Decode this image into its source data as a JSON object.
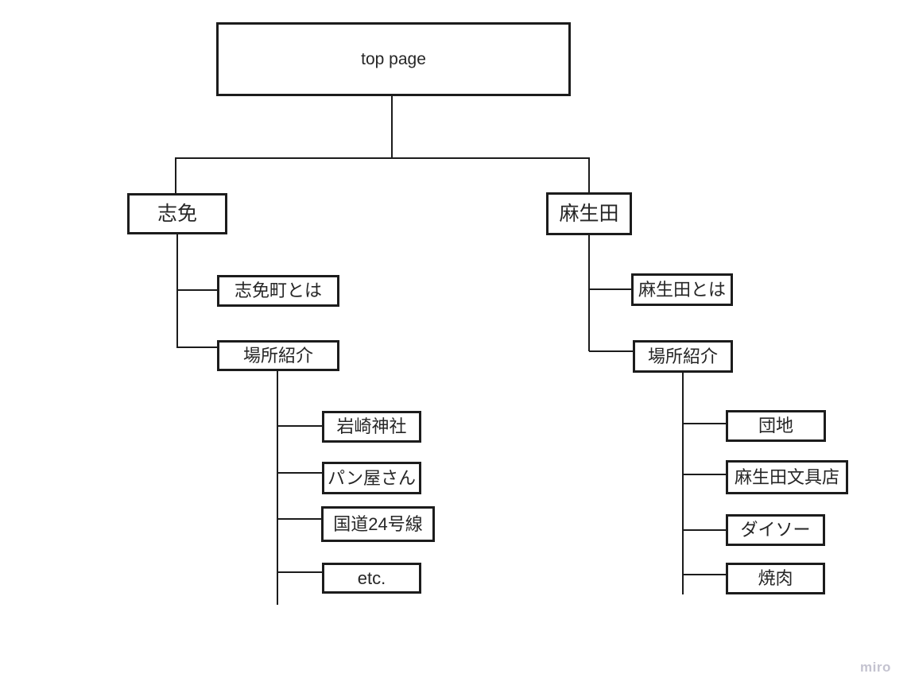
{
  "canvas": {
    "watermark": "miro"
  },
  "colors": {
    "box_border": "#1c1c1c",
    "connector": "#1c1c1c",
    "text": "#262626",
    "watermark": "#c4c3d0",
    "canvas_bg": "#ffffff"
  },
  "sitemap": {
    "root": {
      "label": "top page"
    },
    "branches": [
      {
        "label": "志免",
        "children": [
          {
            "label": "志免町とは"
          },
          {
            "label": "場所紹介",
            "children": [
              {
                "label": "岩崎神社"
              },
              {
                "label": "パン屋さん"
              },
              {
                "label": "国道24号線"
              },
              {
                "label": "etc."
              }
            ]
          }
        ]
      },
      {
        "label": "麻生田",
        "children": [
          {
            "label": "麻生田とは"
          },
          {
            "label": "場所紹介",
            "children": [
              {
                "label": "団地"
              },
              {
                "label": "麻生田文具店"
              },
              {
                "label": "ダイソー"
              },
              {
                "label": "焼肉"
              }
            ]
          }
        ]
      }
    ]
  }
}
